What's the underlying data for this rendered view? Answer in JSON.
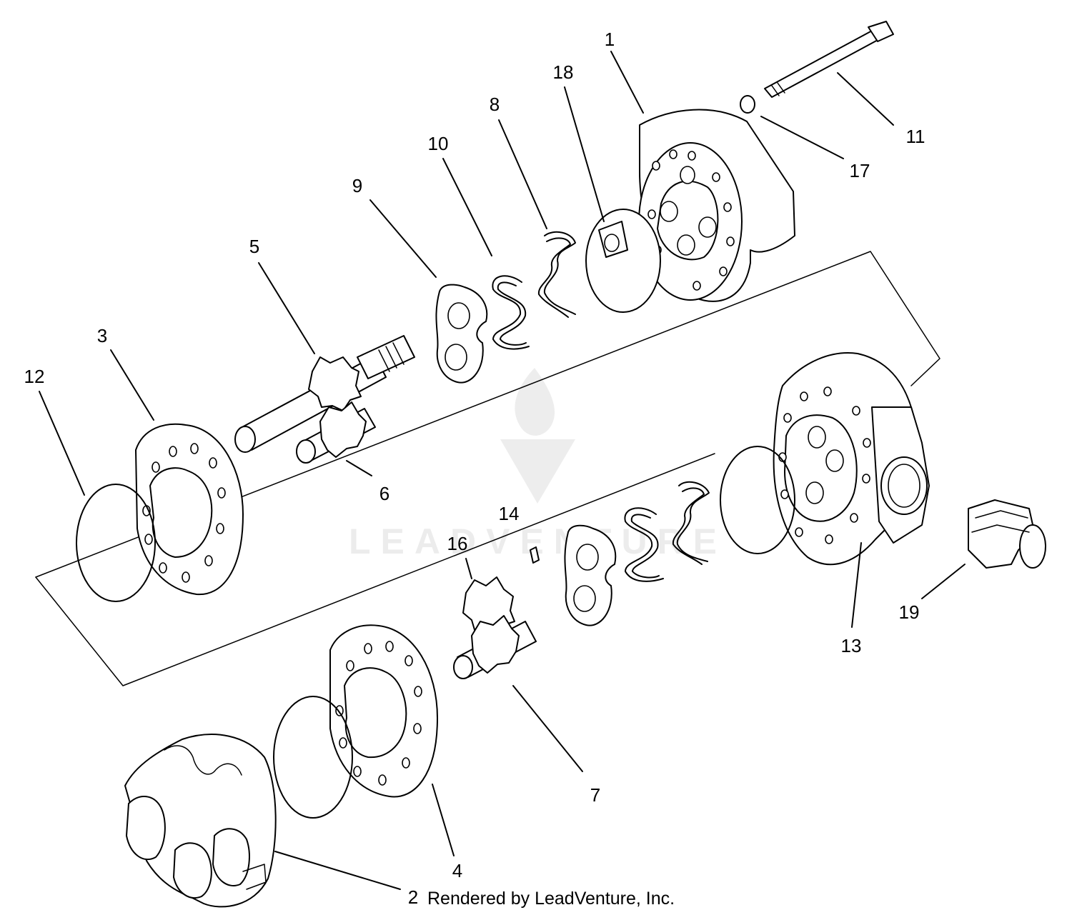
{
  "diagram": {
    "callouts": [
      {
        "id": "c1",
        "label": "1"
      },
      {
        "id": "c2",
        "label": "2"
      },
      {
        "id": "c3",
        "label": "3"
      },
      {
        "id": "c4",
        "label": "4"
      },
      {
        "id": "c5",
        "label": "5"
      },
      {
        "id": "c6",
        "label": "6"
      },
      {
        "id": "c7",
        "label": "7"
      },
      {
        "id": "c8",
        "label": "8"
      },
      {
        "id": "c9",
        "label": "9"
      },
      {
        "id": "c10",
        "label": "10"
      },
      {
        "id": "c11",
        "label": "11"
      },
      {
        "id": "c12",
        "label": "12"
      },
      {
        "id": "c13",
        "label": "13"
      },
      {
        "id": "c14",
        "label": "14"
      },
      {
        "id": "c16",
        "label": "16"
      },
      {
        "id": "c17",
        "label": "17"
      },
      {
        "id": "c18",
        "label": "18"
      },
      {
        "id": "c19",
        "label": "19"
      }
    ],
    "credit": "Rendered by LeadVenture, Inc.",
    "watermark": "LEADVENTURE"
  }
}
